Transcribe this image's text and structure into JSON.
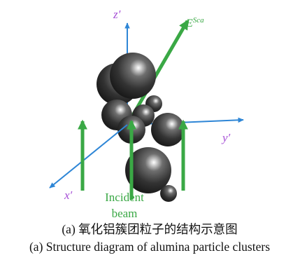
{
  "axes": {
    "z": "z′",
    "y": "y′",
    "x": "x′"
  },
  "scatter_field": {
    "base": "E",
    "superscript": "Sca"
  },
  "incident": {
    "line1": "Incident",
    "line2": "beam"
  },
  "caption": {
    "chinese": "(a) 氧化铝簇团粒子的结构示意图",
    "english": "(a) Structure diagram of alumina particle clusters"
  },
  "colors": {
    "axis": "#2e86d6",
    "axis_label": "#a64fd6",
    "beam": "#3aa845",
    "particle": "#2b2b2b"
  }
}
